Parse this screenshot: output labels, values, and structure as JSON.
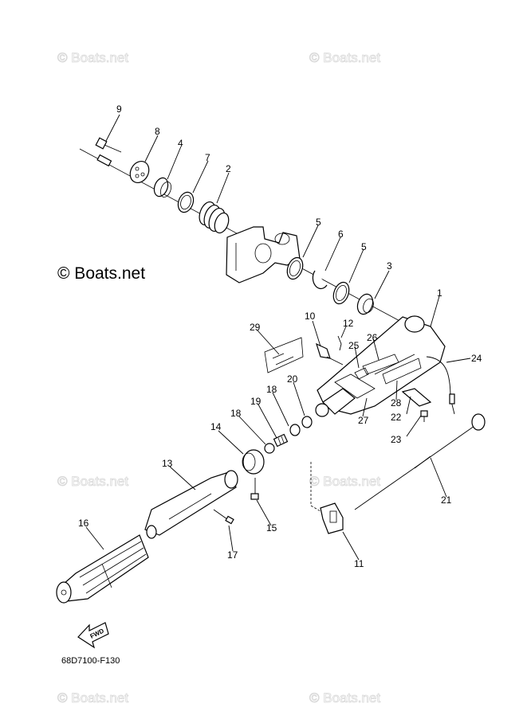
{
  "watermark": "© Boats.net",
  "copyright": "© Boats.net",
  "diagram_code": "68D7100-F130",
  "fwd_arrow": {
    "text": "FWD",
    "icon": "fwd-arrow-icon"
  },
  "callouts": [
    {
      "id": "c1",
      "text": "1"
    },
    {
      "id": "c2",
      "text": "2"
    },
    {
      "id": "c3",
      "text": "3"
    },
    {
      "id": "c4",
      "text": "4"
    },
    {
      "id": "c5a",
      "text": "5"
    },
    {
      "id": "c5b",
      "text": "5"
    },
    {
      "id": "c6",
      "text": "6"
    },
    {
      "id": "c7",
      "text": "7"
    },
    {
      "id": "c8",
      "text": "8"
    },
    {
      "id": "c9",
      "text": "9"
    },
    {
      "id": "c10",
      "text": "10"
    },
    {
      "id": "c11",
      "text": "11"
    },
    {
      "id": "c12",
      "text": "12"
    },
    {
      "id": "c13",
      "text": "13"
    },
    {
      "id": "c14",
      "text": "14"
    },
    {
      "id": "c15",
      "text": "15"
    },
    {
      "id": "c16",
      "text": "16"
    },
    {
      "id": "c17",
      "text": "17"
    },
    {
      "id": "c18a",
      "text": "18"
    },
    {
      "id": "c18b",
      "text": "18"
    },
    {
      "id": "c19",
      "text": "19"
    },
    {
      "id": "c20",
      "text": "20"
    },
    {
      "id": "c21",
      "text": "21"
    },
    {
      "id": "c22",
      "text": "22"
    },
    {
      "id": "c23",
      "text": "23"
    },
    {
      "id": "c24",
      "text": "24"
    },
    {
      "id": "c25",
      "text": "25"
    },
    {
      "id": "c26",
      "text": "26"
    },
    {
      "id": "c27",
      "text": "27"
    },
    {
      "id": "c28",
      "text": "28"
    },
    {
      "id": "c29",
      "text": "29"
    }
  ]
}
